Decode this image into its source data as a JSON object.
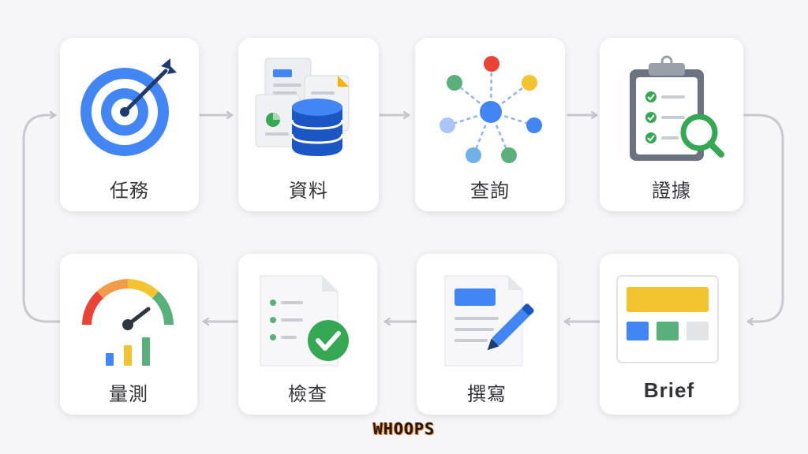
{
  "steps": [
    {
      "label": "任務",
      "icon": "target-icon"
    },
    {
      "label": "資料",
      "icon": "database-icon"
    },
    {
      "label": "查詢",
      "icon": "network-icon"
    },
    {
      "label": "證據",
      "icon": "clipboard-search-icon"
    },
    {
      "label": "Brief",
      "icon": "layout-icon"
    },
    {
      "label": "撰寫",
      "icon": "document-pen-icon"
    },
    {
      "label": "檢查",
      "icon": "document-check-icon"
    },
    {
      "label": "量測",
      "icon": "gauge-icon"
    }
  ],
  "watermark": "WHOOPS",
  "colors": {
    "blue": "#4285f4",
    "red": "#ea4335",
    "yellow": "#f4b400",
    "green": "#34a853",
    "arrow": "#c4c4cc",
    "navy": "#1e3a6e"
  }
}
